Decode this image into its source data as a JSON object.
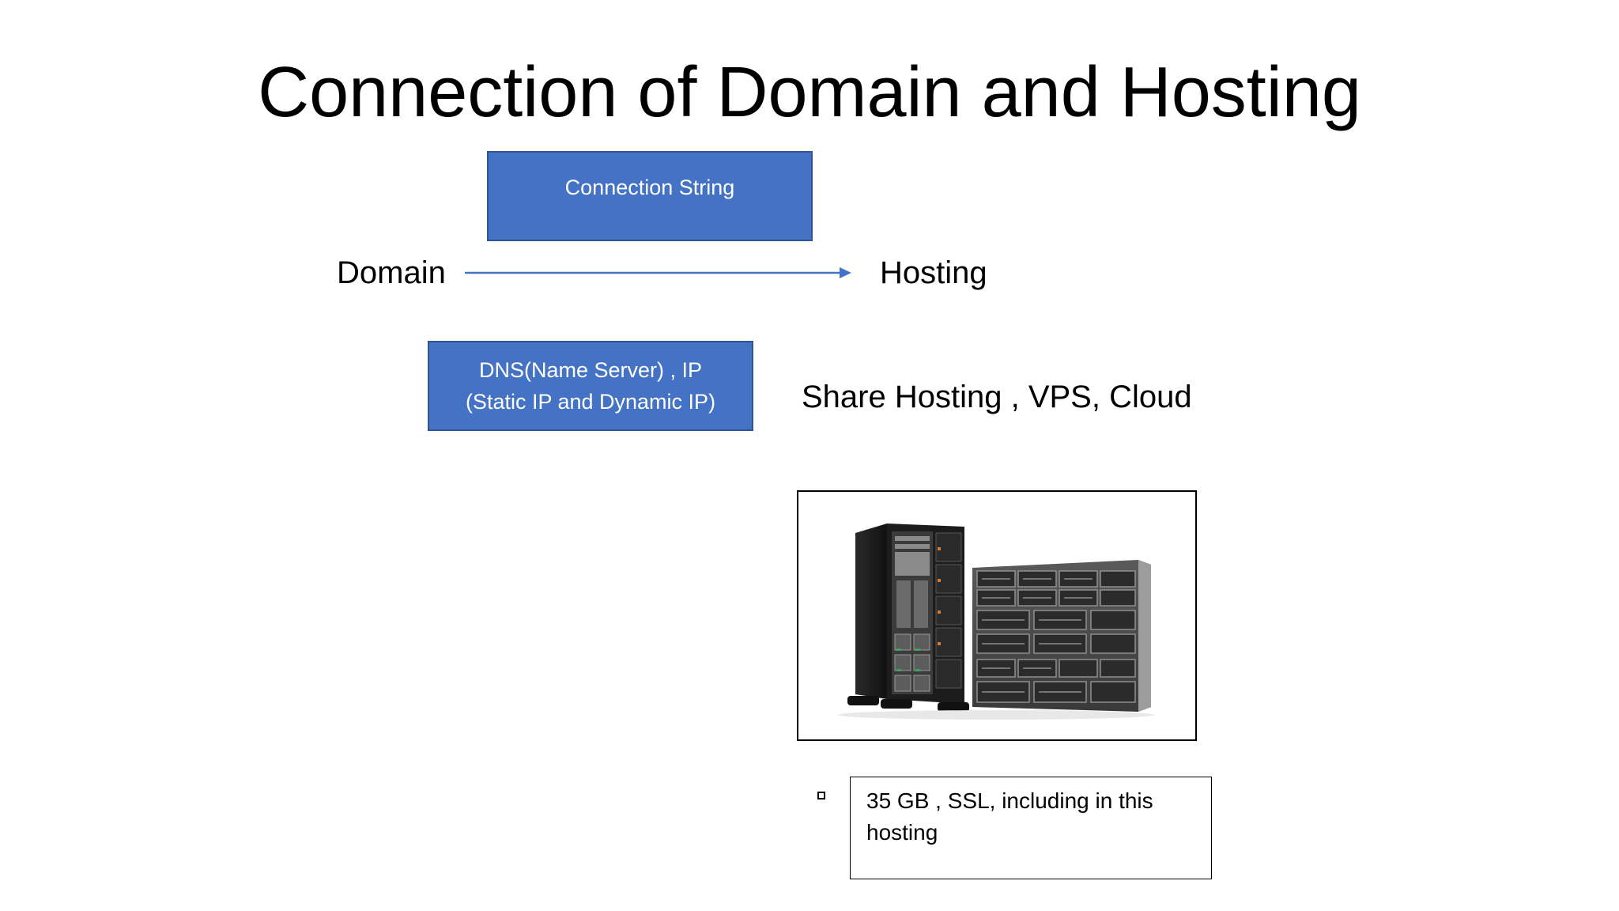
{
  "slide": {
    "title": "Connection of Domain and Hosting"
  },
  "diagram": {
    "connection_box": {
      "label": "Connection String"
    },
    "domain_label": "Domain",
    "hosting_label": "Hosting",
    "dns_box": {
      "line1": "DNS(Name Server) , IP",
      "line2": "(Static IP and Dynamic IP)"
    },
    "hosting_types": "Share Hosting , VPS, Cloud"
  },
  "server_image": {
    "icon": "server-rack-image"
  },
  "note": {
    "text": "35 GB , SSL, including in this hosting"
  },
  "colors": {
    "box_fill": "#4472c4",
    "box_border": "#2f5597",
    "arrow": "#4472c4"
  }
}
